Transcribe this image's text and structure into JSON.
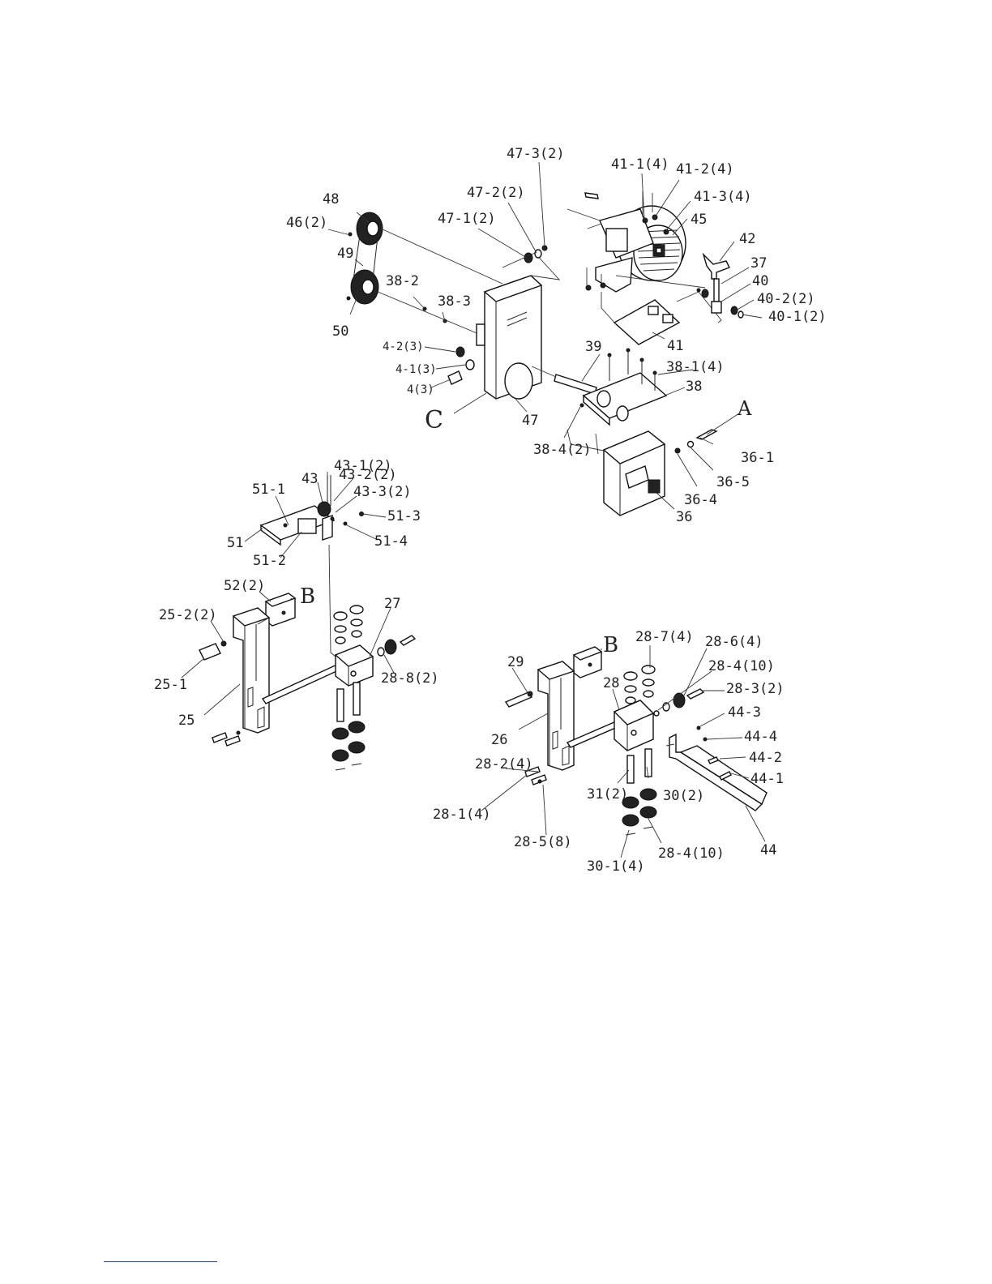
{
  "diagram": {
    "labels": {
      "l_47_3": "47-3(2)",
      "l_41_1": "41-1(4)",
      "l_41_2": "41-2(4)",
      "l_47_2": "47-2(2)",
      "l_41_3": "41-3(4)",
      "l_48": "48",
      "l_46": "46(2)",
      "l_47_1": "47-1(2)",
      "l_45": "45",
      "l_42": "42",
      "l_49": "49",
      "l_37": "37",
      "l_38_2": "38-2",
      "l_40": "40",
      "l_40_2": "40-2(2)",
      "l_38_3": "38-3",
      "l_40_1": "40-1(2)",
      "l_50": "50",
      "l_41": "41",
      "l_4_2": "4-2(3)",
      "l_39": "39",
      "l_4_1": "4-1(3)",
      "l_38_1": "38-1(4)",
      "l_4": "4(3)",
      "l_38": "38",
      "l_C": "C",
      "l_47": "47",
      "l_A": "A",
      "l_38_4": "38-4(2)",
      "l_36_1": "36-1",
      "l_43_1": "43-1(2)",
      "l_36_5": "36-5",
      "l_43_2": "43-2(2)",
      "l_43": "43",
      "l_51_1": "51-1",
      "l_43_3": "43-3(2)",
      "l_36_4": "36-4",
      "l_51_3": "51-3",
      "l_36": "36",
      "l_51": "51",
      "l_51_4": "51-4",
      "l_51_2": "51-2",
      "l_52": "52(2)",
      "l_B1": "B",
      "l_27": "27",
      "l_25_2": "25-2(2)",
      "l_B2": "B",
      "l_28_7": "28-7(4)",
      "l_28_6": "28-6(4)",
      "l_28_8": "28-8(2)",
      "l_25_1": "25-1",
      "l_29": "29",
      "l_28_4a": "28-4(10)",
      "l_28": "28",
      "l_28_3": "28-3(2)",
      "l_25": "25",
      "l_44_3": "44-3",
      "l_26": "26",
      "l_44_4": "44-4",
      "l_28_2": "28-2(4)",
      "l_44_2": "44-2",
      "l_44_1": "44-1",
      "l_31": "31(2)",
      "l_30": "30(2)",
      "l_28_1": "28-1(4)",
      "l_28_5": "28-5(8)",
      "l_44": "44",
      "l_28_4b": "28-4(10)",
      "l_30_1": "30-1(4)"
    }
  }
}
